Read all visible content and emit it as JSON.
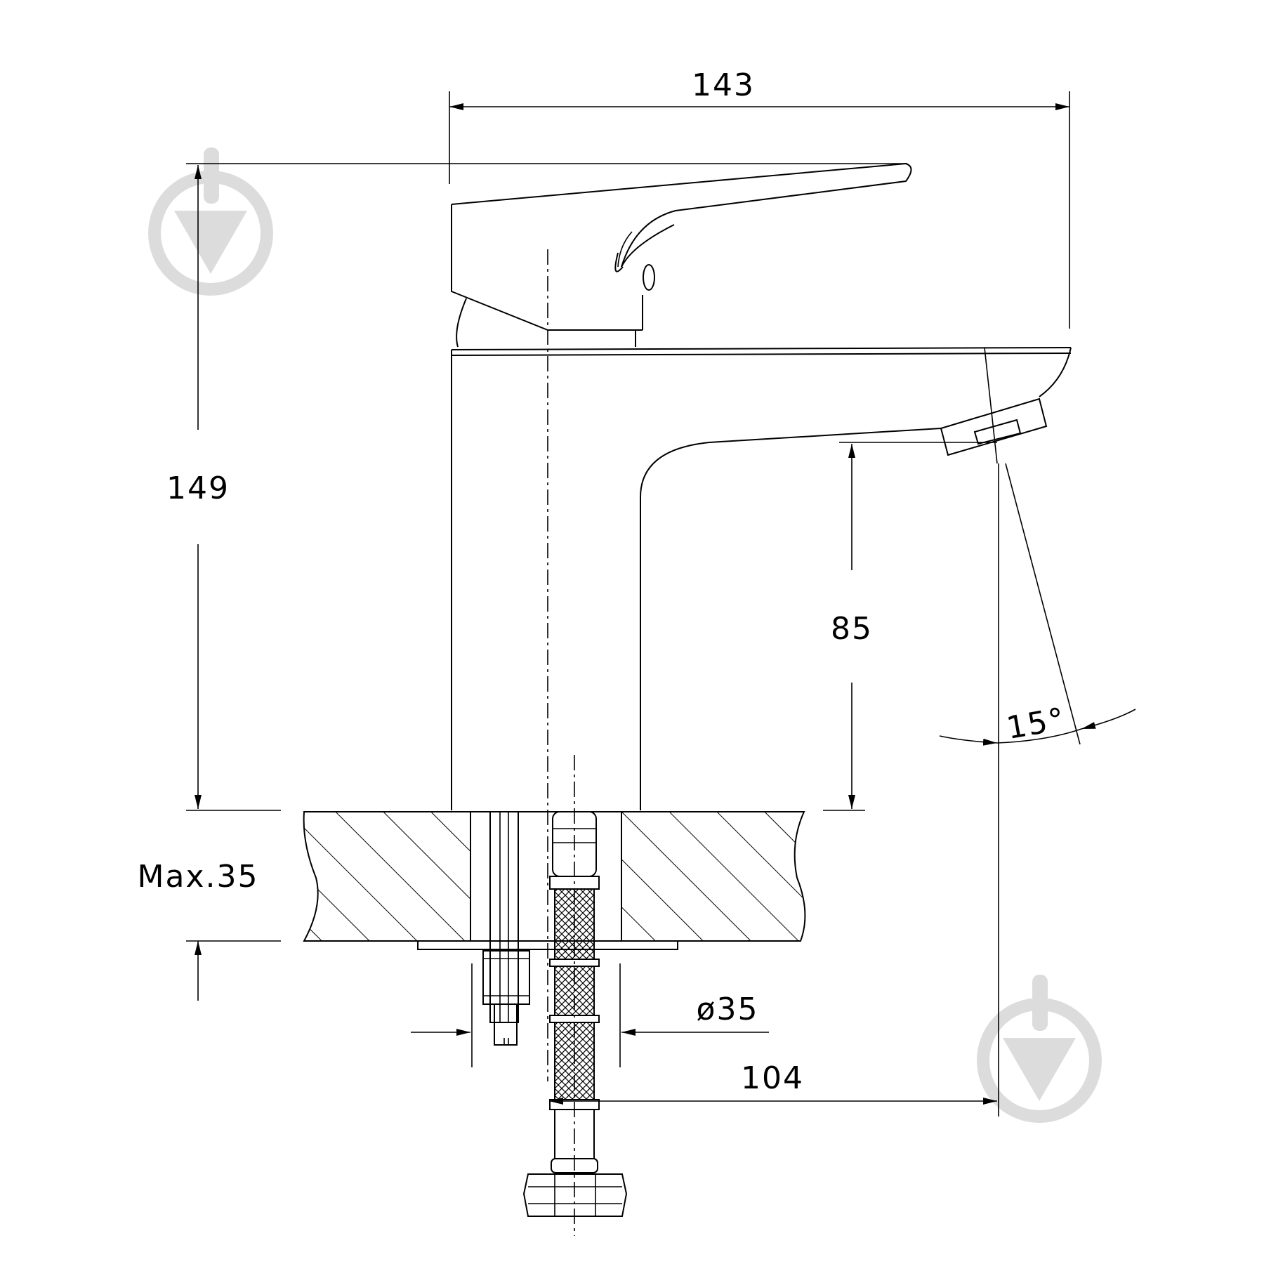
{
  "dimensions": {
    "width_total": "143",
    "height_total": "149",
    "spout_height": "85",
    "counter_thickness": "Max.35",
    "hole_diameter": "ø35",
    "spout_reach": "104",
    "spout_angle": "15°"
  },
  "watermark": {
    "icon": "brand-logo-icon",
    "color": "#dcdcdc"
  },
  "colors": {
    "line": "#000000",
    "background": "#ffffff"
  }
}
